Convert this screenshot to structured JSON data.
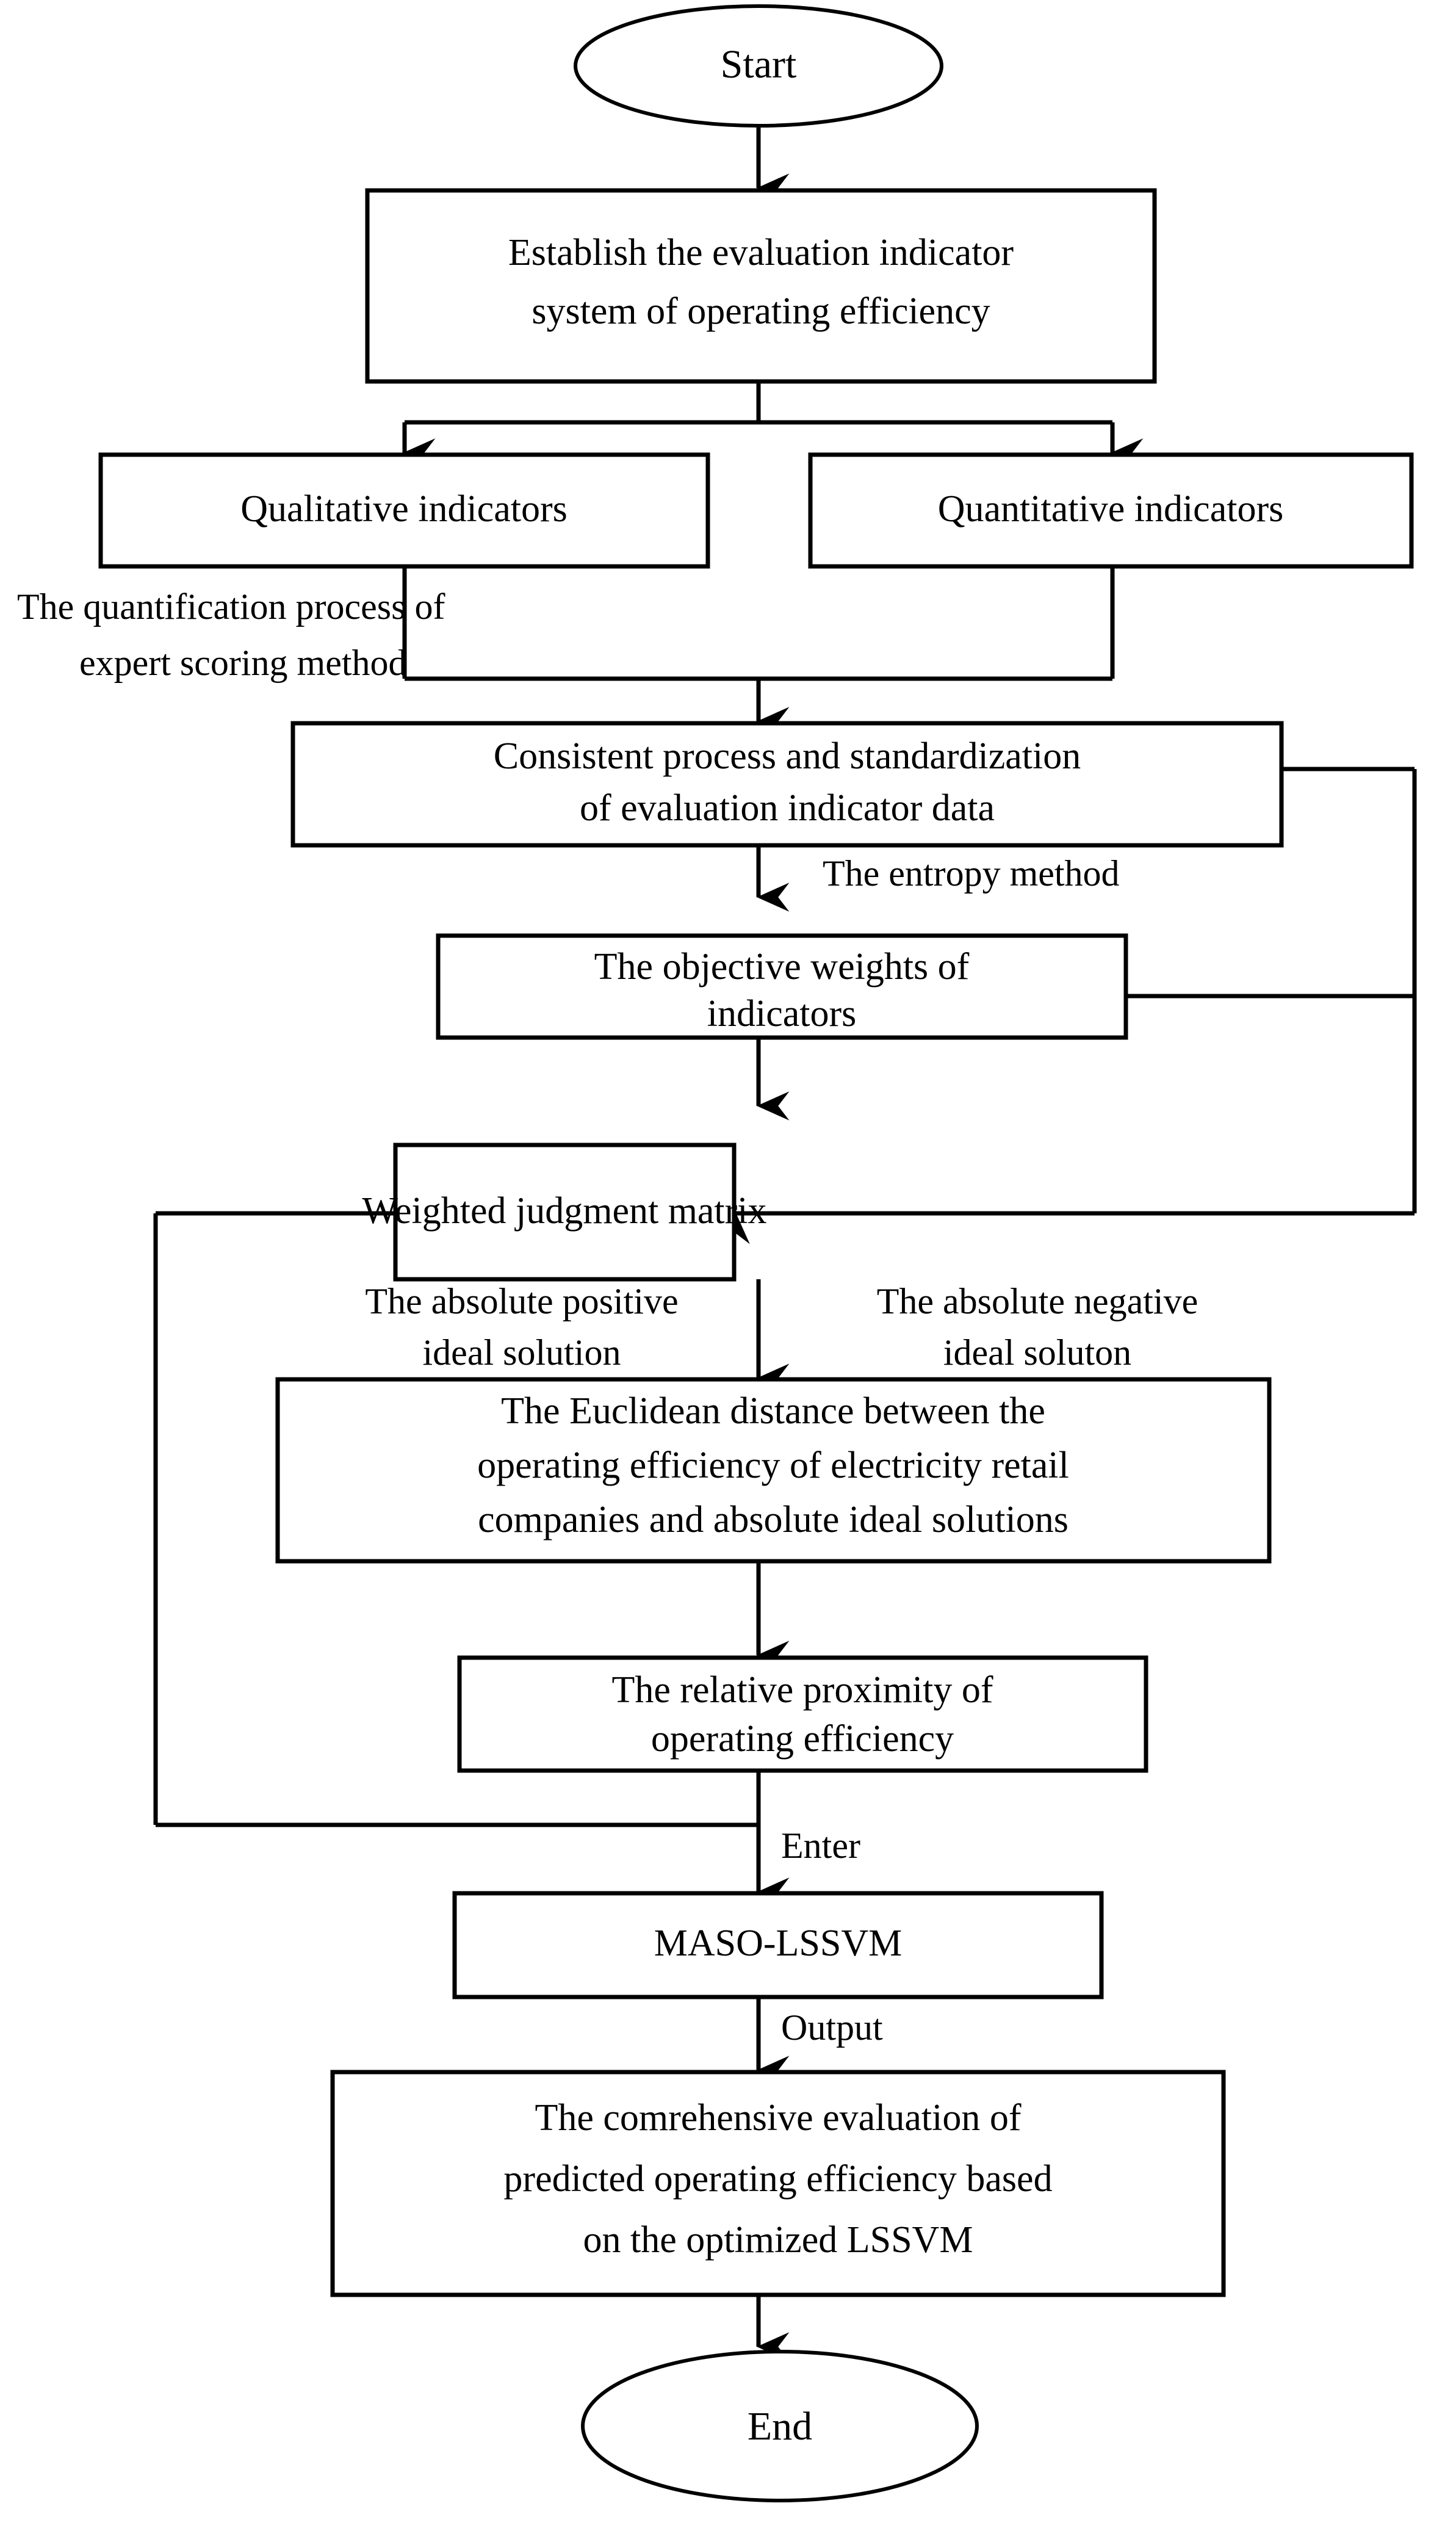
{
  "diagram": {
    "title": "Operating efficiency evaluation flowchart",
    "colors": {
      "stroke": "#000000",
      "fill": "#ffffff",
      "text": "#000000"
    },
    "nodes": {
      "start": {
        "label": "Start",
        "shape": "oval"
      },
      "establish": {
        "line1": "Establish the evaluation indicator",
        "line2": "system of operating efficiency",
        "shape": "rect"
      },
      "qualitative": {
        "label": "Qualitative indicators",
        "shape": "rect"
      },
      "quantitative": {
        "label": "Quantitative indicators",
        "shape": "rect"
      },
      "consistent": {
        "line1": "Consistent process and standardization",
        "line2": "of evaluation indicator data",
        "shape": "rect"
      },
      "objective_weights": {
        "line1": "The objective weights of",
        "line2": "indicators",
        "shape": "rect"
      },
      "weighted_matrix": {
        "label": "Weighted judgment matrix",
        "shape": "rect"
      },
      "euclidean": {
        "line1": "The Euclidean distance between the",
        "line2": "operating efficiency  of electricity retail",
        "line3": "companies and absolute ideal solutions",
        "shape": "rect"
      },
      "relative_proximity": {
        "line1": "The relative proximity of",
        "line2": "operating efficiency",
        "shape": "rect"
      },
      "maso_lssvm": {
        "label": "MASO-LSSVM",
        "shape": "rect"
      },
      "comprehensive": {
        "line1": "The comrehensive evaluation of",
        "line2": "predicted operating efficiency based",
        "line3": "on the optimized LSSVM",
        "shape": "rect"
      },
      "end": {
        "label": "End",
        "shape": "oval"
      }
    },
    "edge_labels": {
      "quantification": {
        "line1": "The quantification process of",
        "line2": "expert scoring method"
      },
      "entropy": "The entropy method",
      "positive_ideal": {
        "line1": "The absolute positive",
        "line2": "ideal solution"
      },
      "negative_ideal": {
        "line1": "The absolute negative",
        "line2": "ideal soluton"
      },
      "enter": "Enter",
      "output": "Output"
    }
  }
}
